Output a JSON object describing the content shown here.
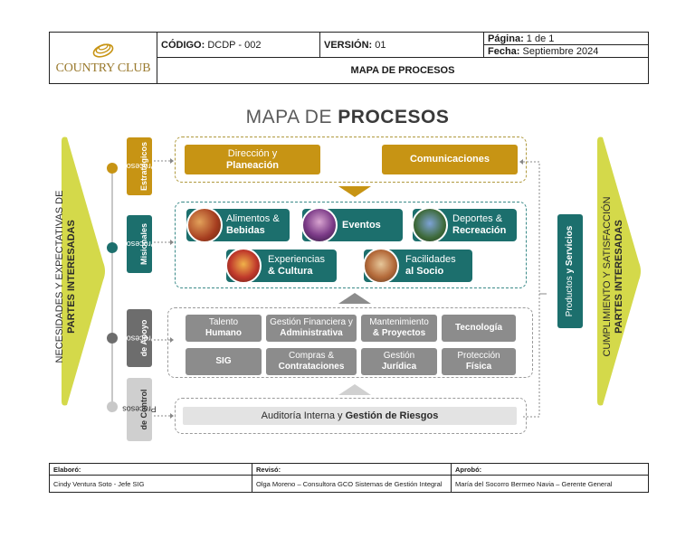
{
  "header": {
    "logo_text": "COUNTRY CLUB",
    "codigo_label": "CÓDIGO:",
    "codigo_value": "DCDP - 002",
    "version_label": "VERSIÓN:",
    "version_value": "01",
    "pagina_label": "Página:",
    "pagina_value": "1 de 1",
    "fecha_label": "Fecha:",
    "fecha_value": "Septiembre 2024",
    "doc_title": "MAPA DE PROCESOS"
  },
  "map": {
    "title_light": "MAPA DE ",
    "title_bold": "PROCESOS",
    "left_arrow": {
      "line1": "NECESIDADES Y EXPECTATIVAS DE",
      "line2": "PARTES INTERESADAS"
    },
    "right_arrow": {
      "line1": "CUMPLIMIENTO Y SATISFACCIÓN",
      "line2": "PARTES INTERESADAS"
    },
    "products": {
      "light": "Productos ",
      "bold": "y Servicios"
    },
    "levels": {
      "estrategicos": {
        "line1": "Procesos",
        "line2": "Estratégicos"
      },
      "misionales": {
        "line1": "Procesos",
        "line2": "Misionales"
      },
      "apoyo": {
        "line1": "Procesos",
        "line2": "de Apoyo"
      },
      "control": {
        "line1": "Procesos",
        "line2": "de Control"
      }
    },
    "estrategicos": {
      "direccion": {
        "line1": "Dirección y",
        "line2": "Planeación"
      },
      "comunicaciones": "Comunicaciones"
    },
    "misionales": {
      "alimentos": {
        "line1": "Alimentos &",
        "line2": "Bebidas"
      },
      "eventos": "Eventos",
      "deportes": {
        "line1": "Deportes &",
        "line2": "Recreación"
      },
      "experiencias": {
        "line1": "Experiencias",
        "line2": "& Cultura"
      },
      "facilidades": {
        "line1": "Facilidades",
        "line2": "al Socio"
      }
    },
    "apoyo": {
      "talento": {
        "line1": "Talento",
        "line2": "Humano"
      },
      "gestion_fin": {
        "line1": "Gestión Financiera y",
        "line2": "Administrativa"
      },
      "mantenimiento": {
        "line1": "Mantenimiento",
        "line2": "& Proyectos"
      },
      "tecnologia": "Tecnología",
      "sig": "SIG",
      "compras": {
        "line1": "Compras &",
        "line2": "Contrataciones"
      },
      "juridica": {
        "line1": "Gestión",
        "line2": "Jurídica"
      },
      "proteccion": {
        "line1": "Protección",
        "line2": "Física"
      }
    },
    "control": {
      "light": "Auditoría Interna y ",
      "bold": "Gestión de Riesgos"
    }
  },
  "footer": {
    "elaboro_label": "Elaboró:",
    "elaboro_value": "Cindy Ventura Soto - Jefe SIG",
    "reviso_label": "Revisó:",
    "reviso_value": "Olga Moreno – Consultora GCO Sistemas de Gestión Integral",
    "aprobo_label": "Aprobó:",
    "aprobo_value": "María del Socorro Bermeo Navia – Gerente General"
  },
  "colors": {
    "gold": "#c79414",
    "teal": "#1c6f6d",
    "gray": "#8c8c8c",
    "arrow_green": "#d4d94a"
  }
}
